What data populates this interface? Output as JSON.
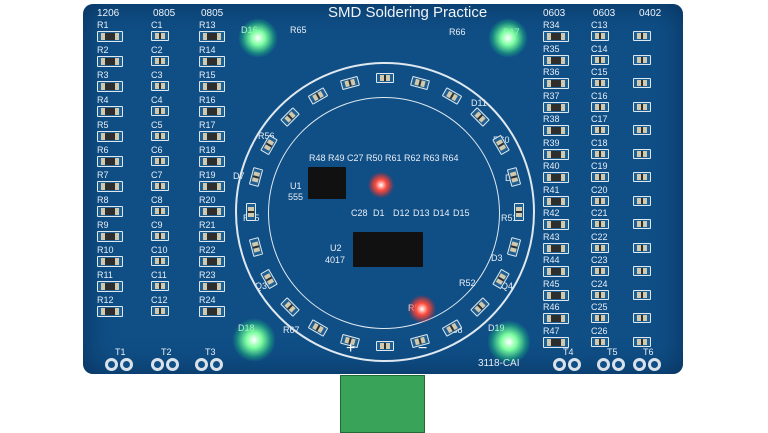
{
  "title": "SMD Soldering Practice",
  "size_labels": [
    "1206",
    "0805",
    "0805",
    "0603",
    "0603",
    "0402"
  ],
  "col_r_left": [
    "R1",
    "R2",
    "R3",
    "R4",
    "R5",
    "R6",
    "R7",
    "R8",
    "R9",
    "R10",
    "R11",
    "R12"
  ],
  "col_c_left": [
    "C1",
    "C2",
    "C3",
    "C4",
    "C5",
    "C6",
    "C7",
    "C8",
    "C9",
    "C10",
    "C11",
    "C12"
  ],
  "col_r_mid": [
    "R13",
    "R14",
    "R15",
    "R16",
    "R17",
    "R18",
    "R19",
    "R20",
    "R21",
    "R22",
    "R23",
    "R24"
  ],
  "col_r_right": [
    "R34",
    "R35",
    "R36",
    "R37",
    "R38",
    "R39",
    "R40",
    "R41",
    "R42",
    "R43",
    "R44",
    "R45",
    "R46",
    "R47"
  ],
  "col_c_right": [
    "C13",
    "C14",
    "C15",
    "C16",
    "C17",
    "C18",
    "C19",
    "C20",
    "C21",
    "C22",
    "C23",
    "C24",
    "C25",
    "C26"
  ],
  "center_top": [
    "R48",
    "R49",
    "C27",
    "R50",
    "R61",
    "R62",
    "R63",
    "R64"
  ],
  "center_bottom": [
    "C28",
    "D1",
    "D12",
    "D13",
    "D14",
    "D15"
  ],
  "ic1": {
    "name": "U1",
    "type": "555"
  },
  "ic2": {
    "name": "U2",
    "type": "4017"
  },
  "misc": {
    "r65": "R65",
    "r66": "R66",
    "r67": "R67",
    "r68": "R68",
    "q3": "Q3",
    "q4": "Q4",
    "d16": "D16",
    "d17": "D17",
    "d18": "D18",
    "d19": "D19",
    "r53": "R53",
    "d7": "D7",
    "d2": "D2",
    "r55": "R55",
    "r56": "R56",
    "r60": "R60",
    "r51": "R51",
    "d11": "D11",
    "d3": "D3",
    "r52": "R52"
  },
  "testpoints": [
    "T1",
    "T2",
    "T3",
    "T4",
    "T5",
    "T6"
  ],
  "board_code": "3118-CAI",
  "polarity": {
    "plus": "+",
    "minus": "−"
  },
  "colors": {
    "board": "#0f4f86",
    "silk": "#e8eef5",
    "led_green": "#5dff8a",
    "led_red": "#ff3b2f",
    "connector": "#3aa35a"
  }
}
